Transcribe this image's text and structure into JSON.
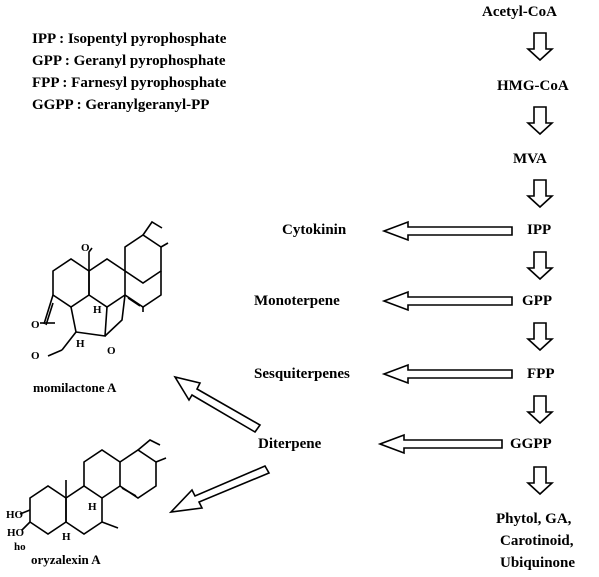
{
  "legend": [
    "IPP : Isopentyl pyrophosphate",
    "GPP : Geranyl pyrophosphate",
    "FPP : Farnesyl pyrophosphate",
    "GGPP : Geranylgeranyl-PP"
  ],
  "pathway": {
    "acetyl": "Acetyl-CoA",
    "hmg": "HMG-CoA",
    "mva": "MVA",
    "ipp": "IPP",
    "gpp": "GPP",
    "fpp": "FPP",
    "ggpp": "GGPP",
    "end_products": [
      "Phytol, GA,",
      "Carotinoid,",
      "Ubiquinone"
    ]
  },
  "branches": {
    "cytokinin": "Cytokinin",
    "monoterpene": "Monoterpene",
    "sesquiterpenes": "Sesquiterpenes",
    "diterpene": "Diterpene"
  },
  "compounds": {
    "momilactone": {
      "name": "momilactone A",
      "atoms": [
        "O",
        "O",
        "O",
        "O",
        "H",
        "H"
      ]
    },
    "oryzalexin": {
      "name": "oryzalexin A",
      "atoms": [
        "HO",
        "HO",
        "ho",
        "H",
        "H"
      ]
    }
  }
}
